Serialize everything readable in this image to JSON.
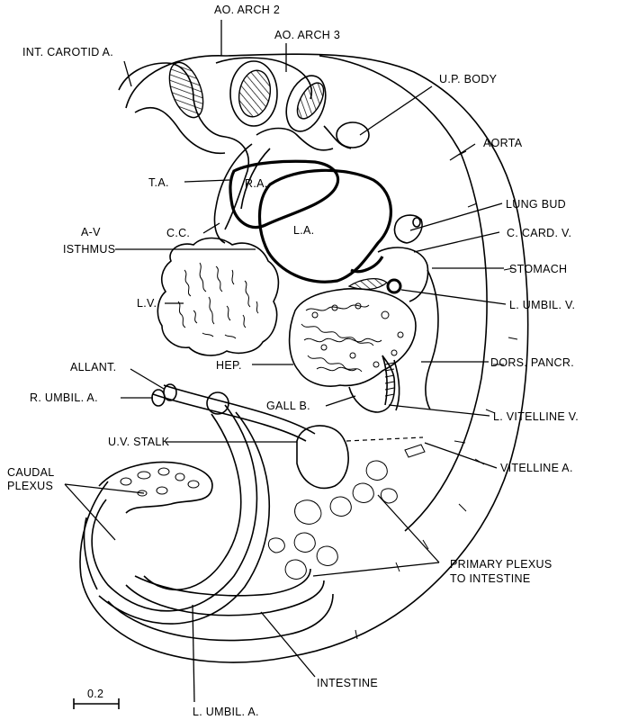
{
  "labels": {
    "ao_arch_2": "AO. ARCH 2",
    "ao_arch_3": "AO. ARCH 3",
    "int_carotid": "INT. CAROTID A.",
    "up_body": "U.P. BODY",
    "aorta": "AORTA",
    "ta": "T.A.",
    "ra": "R.A.",
    "lung_bud": "LUNG BUD",
    "av": "A-V",
    "isthmus": "ISTHMUS",
    "cc": "C.C.",
    "la": "L.A.",
    "c_card_v": "C. CARD. V.",
    "stomach": "STOMACH",
    "lv": "L.V.",
    "l_umbil_v": "L. UMBIL. V.",
    "allant": "ALLANT.",
    "hep": "HEP.",
    "dors_pancr": "DORS. PANCR.",
    "r_umbil_a": "R. UMBIL. A.",
    "gall_b": "GALL B.",
    "l_vitelline_v": "L. VITELLINE V.",
    "uv_stalk": "U.V. STALK",
    "vitelline_a": "VITELLINE A.",
    "caudal": "CAUDAL",
    "plexus": "PLEXUS",
    "primary_plexus": "PRIMARY PLEXUS",
    "to_intestine": "TO INTESTINE",
    "intestine": "INTESTINE",
    "l_umbil_a": "L. UMBIL. A.",
    "scale": "0.2"
  }
}
